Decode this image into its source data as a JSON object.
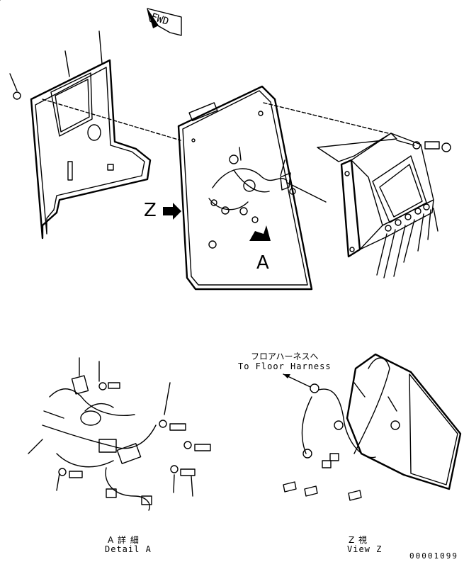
{
  "labels": {
    "fwd": "FWD",
    "view_z_marker": "Z",
    "detail_a_marker": "A",
    "floor_harness_jp": "フロアハーネスへ",
    "floor_harness_en": "To Floor Harness",
    "detail_a_jp": "A 詳 細",
    "detail_a_en": "Detail A",
    "view_z_jp": "Z 視",
    "view_z_en": "View Z",
    "drawing_code": "00001099"
  }
}
